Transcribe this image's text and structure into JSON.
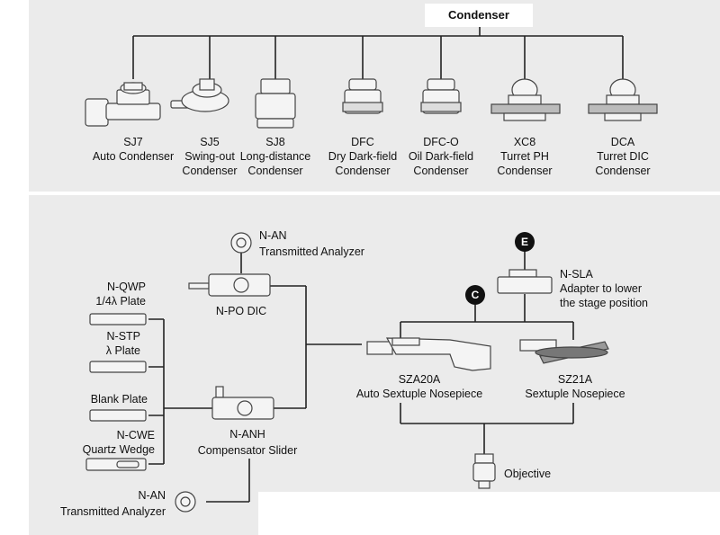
{
  "condenser_section": {
    "title": "Condenser",
    "items": [
      {
        "code": "SJ7",
        "lines": [
          "Auto Condenser"
        ]
      },
      {
        "code": "SJ5",
        "lines": [
          "Swing-out",
          "Condenser"
        ]
      },
      {
        "code": "SJ8",
        "lines": [
          "Long-distance",
          "Condenser"
        ]
      },
      {
        "code": "DFC",
        "lines": [
          "Dry Dark-field",
          "Condenser"
        ]
      },
      {
        "code": "DFC-O",
        "lines": [
          "Oil Dark-field",
          "Condenser"
        ]
      },
      {
        "code": "XC8",
        "lines": [
          "Turret PH",
          "Condenser"
        ]
      },
      {
        "code": "DCA",
        "lines": [
          "Turret DIC",
          "Condenser"
        ]
      }
    ]
  },
  "lower_section": {
    "n_an_top": {
      "code": "N-AN",
      "name": "Transmitted Analyzer"
    },
    "n_po_dic": {
      "code": "N-PO DIC"
    },
    "plates": [
      {
        "lines": [
          "N-QWP",
          "1/4λ Plate"
        ]
      },
      {
        "lines": [
          "N-STP",
          "λ Plate"
        ]
      },
      {
        "lines": [
          "Blank Plate"
        ]
      },
      {
        "lines": [
          "N-CWE",
          "Quartz Wedge"
        ]
      }
    ],
    "n_anh": {
      "code": "N-ANH",
      "name": "Compensator Slider"
    },
    "n_an_bottom": {
      "code": "N-AN",
      "name": "Transmitted Analyzer"
    },
    "n_sla": {
      "code": "N-SLA",
      "lines": [
        "Adapter to lower",
        "the stage position"
      ]
    },
    "badges": {
      "c": "C",
      "e": "E"
    },
    "sza20a": {
      "code": "SZA20A",
      "name": "Auto Sextuple Nosepiece"
    },
    "sz21a": {
      "code": "SZ21A",
      "name": "Sextuple Nosepiece"
    },
    "objective": {
      "name": "Objective"
    }
  }
}
